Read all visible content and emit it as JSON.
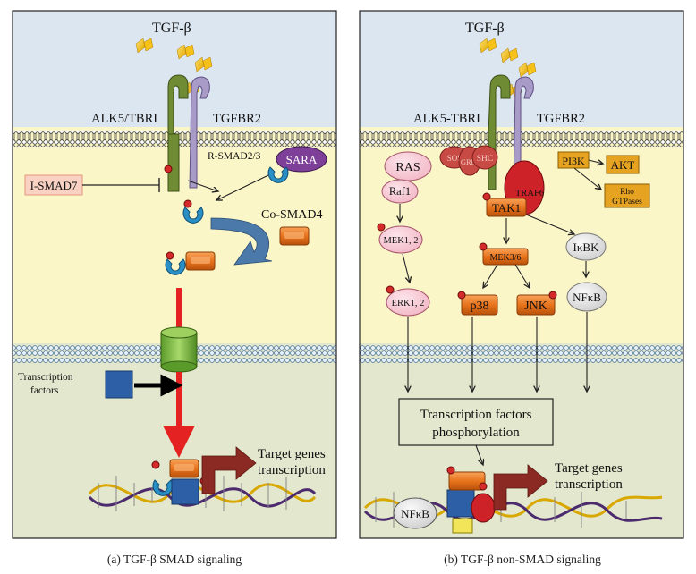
{
  "panel_a": {
    "ligand_label": "TGF-β",
    "receptor_left": "ALK5/TBRI",
    "receptor_right": "TGFBR2",
    "rsmad": "R-SMAD2/3",
    "sara": "SARA",
    "ismad": "I-SMAD7",
    "cosmad": "Co-SMAD4",
    "tf_line1": "Transcription",
    "tf_line2": "factors",
    "target_line1": "Target genes",
    "target_line2": "transcription",
    "caption": "(a)  TGF-β SMAD signaling"
  },
  "panel_b": {
    "ligand_label": "TGF-β",
    "receptor_left": "ALK5-TBRI",
    "receptor_right": "TGFBR2",
    "ras": "RAS",
    "sos": "SOS",
    "grb2": "GRb2",
    "shc": "SHC",
    "raf1": "Raf1",
    "mek12": "MEK1, 2",
    "erk12": "ERK1, 2",
    "traf6": "TRAF6",
    "tak1": "TAK1",
    "mek36": "MEK3/6",
    "p38": "p38",
    "jnk": "JNK",
    "ikbk": "IκBK",
    "nfkb": "NFκB",
    "pi3k": "PI3K",
    "akt": "AKT",
    "rho_line1": "Rho",
    "rho_line2": "GTPases",
    "tfp_line1": "Transcription factors",
    "tfp_line2": "phosphorylation",
    "target_line1": "Target genes",
    "target_line2": "transcription",
    "nfkb_dna": "NFκB",
    "caption": "(b)  TGF-β non-SMAD signaling"
  },
  "colors": {
    "extracellular": "#dce6f0",
    "cytoplasm": "#fbf6c8",
    "nucleus": "#e2e7cd",
    "receptor_green": "#6f8c34",
    "receptor_purple": "#a99bc7",
    "smad_blue": "#2a8fc4",
    "orange": "#e8731c",
    "red_arrow": "#e52222",
    "phospho": "#d42a2a"
  }
}
